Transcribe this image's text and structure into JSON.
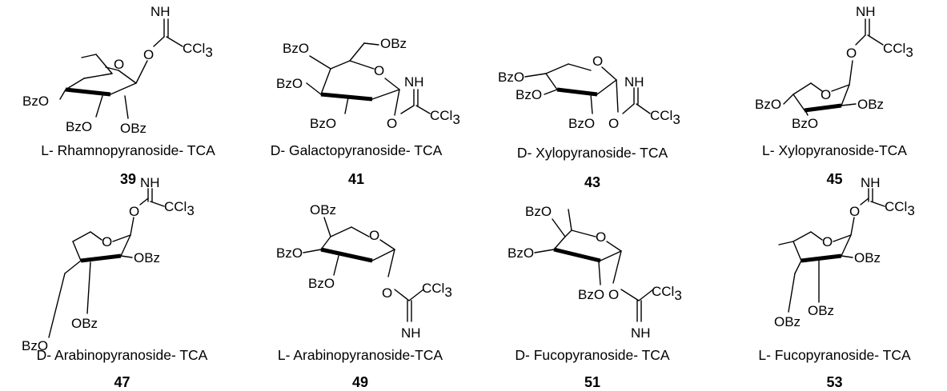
{
  "compounds": [
    {
      "name": "L- Rhamnopyranoside- TCA",
      "number": "39"
    },
    {
      "name": "D- Galactopyranoside- TCA",
      "number": "41"
    },
    {
      "name": "D- Xylopyranoside- TCA",
      "number": "43"
    },
    {
      "name": "L- Xylopyranoside-TCA",
      "number": "45"
    },
    {
      "name": "D- Arabinopyranoside- TCA",
      "number": "47"
    },
    {
      "name": "L- Arabinopyranoside-TCA",
      "number": "49"
    },
    {
      "name": "D- Fucopyranoside- TCA",
      "number": "51"
    },
    {
      "name": "L- Fucopyranoside- TCA",
      "number": "53"
    }
  ],
  "atoms": {
    "bzo": "BzO",
    "obz": "OBz",
    "ring_o": "O",
    "nh": "NH",
    "ccl3": "CCl",
    "sub3": "3"
  }
}
